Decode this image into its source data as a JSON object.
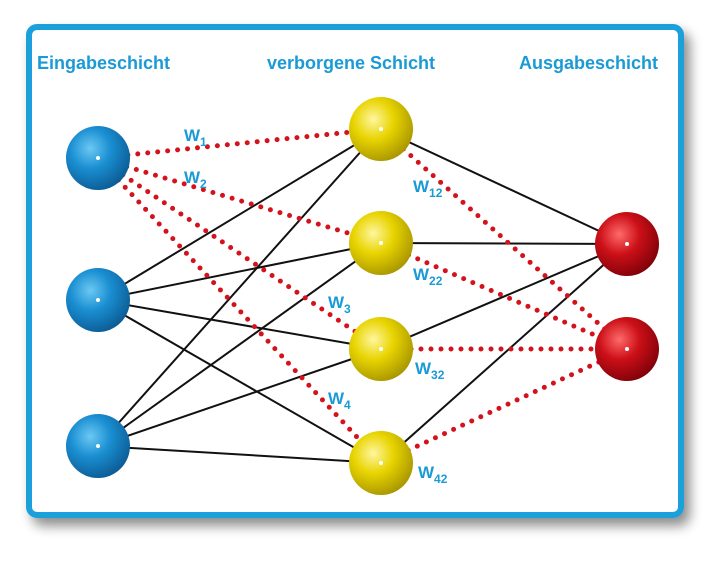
{
  "labels": {
    "input_layer": "Eingabeschicht",
    "hidden_layer": "verborgene Schicht",
    "output_layer": "Ausgabeschicht"
  },
  "weights": [
    {
      "id": "w1",
      "base": "W",
      "sub": "1"
    },
    {
      "id": "w2",
      "base": "W",
      "sub": "2"
    },
    {
      "id": "w3",
      "base": "W",
      "sub": "3"
    },
    {
      "id": "w4",
      "base": "W",
      "sub": "4"
    },
    {
      "id": "w12",
      "base": "W",
      "sub": "12"
    },
    {
      "id": "w22",
      "base": "W",
      "sub": "22"
    },
    {
      "id": "w32",
      "base": "W",
      "sub": "32"
    },
    {
      "id": "w42",
      "base": "W",
      "sub": "42"
    }
  ],
  "colors": {
    "frame": "#1aa0dc",
    "label_text": "#1a9ad6",
    "input_node": "#1180c8",
    "hidden_node": "#e3d000",
    "output_node": "#c8101a",
    "solid_edge": "#111111",
    "highlight_edge": "#d4121c"
  },
  "network": {
    "input_nodes": 3,
    "hidden_nodes": 4,
    "output_nodes": 2,
    "highlighted_edges": [
      "input1-hidden1",
      "input1-hidden2",
      "input1-hidden3",
      "input1-hidden4",
      "hidden1-output2",
      "hidden2-output2",
      "hidden3-output2",
      "hidden4-output2"
    ]
  }
}
